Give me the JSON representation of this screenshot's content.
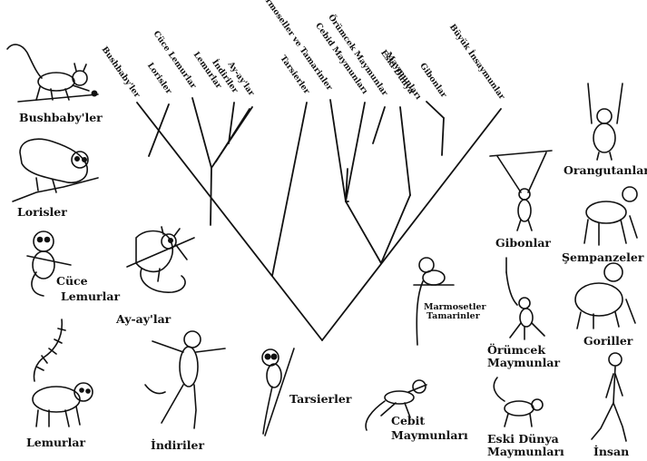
{
  "branch_labels": {
    "bushbaby": "Bushbaby'ler",
    "lorisler": "Lorisler",
    "cuce_lemurlar": "Cüce Lemurlar",
    "lemurlar": "Lemurlar",
    "indriler": "İndiriler",
    "ayaylar": "Ay-ay'lar",
    "tarsierler": "Tarsierler",
    "marmoset_tamarin": "Marmoseller ve Tamarinler",
    "cebid": "Cebid Maymunları",
    "orumcek": "Örümcek Maymunlar",
    "eski_dunya_1": "Eski Dünya",
    "eski_dunya_2": "Maymunları",
    "gibonlar": "Gibonlar",
    "buyuk": "Büyük İnsaymunlar"
  },
  "animal_labels": {
    "bushbaby": "Bushbaby'ler",
    "lorisler": "Lorisler",
    "cuce_1": "Cüce",
    "cuce_2": "Lemurlar",
    "ayay": "Ay-ay'lar",
    "lemurlar": "Lemurlar",
    "indiriler": "İndiriler",
    "tarsierler": "Tarsierler",
    "marmoset_1": "Marmosetler",
    "marmoset_2": "Tamarinler",
    "cebit_1": "Cebit",
    "cebit_2": "Maymunları",
    "gibonlar": "Gibonlar",
    "orumcek_1": "Örümcek",
    "orumcek_2": "Maymunlar",
    "eski_1": "Eski Dünya",
    "eski_2": "Maymunları",
    "orangutanlar": "Orangutanlar",
    "sempanzeler": "Şempanzeler",
    "goriller": "Goriller",
    "insan": "İnsan"
  }
}
